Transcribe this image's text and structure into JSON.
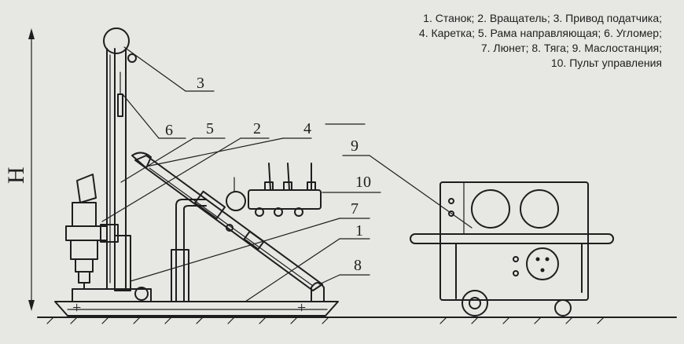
{
  "legend": {
    "lines": [
      "1. Станок;  2. Вращатель; 3. Привод податчика;",
      "4. Каретка; 5. Рама направляющая; 6. Угломер;",
      "7. Люнет; 8. Тяга; 9. Маслостанция;",
      "10. Пульт управления"
    ]
  },
  "height_label": "Н",
  "callouts": {
    "c1": "1",
    "c2": "2",
    "c3": "3",
    "c4": "4",
    "c5": "5",
    "c6": "6",
    "c7": "7",
    "c8": "8",
    "c9": "9",
    "c10": "10"
  }
}
